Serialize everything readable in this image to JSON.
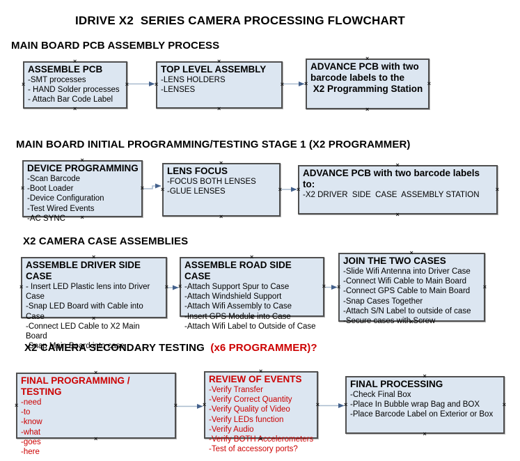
{
  "ui": {
    "handle_glyph": "×",
    "colors": {
      "box_fill": "#dce6f1",
      "box_border": "#4f4f4f",
      "red_text": "#cc0000",
      "connector_line": "#a8bace",
      "connector_arrow": "#44618c"
    }
  },
  "title": "IDRIVE X2  SERIES CAMERA PROCESSING FLOWCHART",
  "sections": [
    {
      "header": "MAIN BOARD PCB ASSEMBLY PROCESS",
      "boxes": [
        {
          "title_lines": [
            "ASSEMBLE PCB"
          ],
          "items": [
            "-SMT processes",
            "- HAND Solder processes",
            "- Attach Bar Code Label"
          ]
        },
        {
          "title_lines": [
            "TOP LEVEL ASSEMBLY"
          ],
          "items": [
            "-LENS HOLDERS",
            "-LENSES"
          ]
        },
        {
          "title_lines": [
            "ADVANCE PCB with two",
            "barcode labels to the",
            " X2 Programming Station"
          ],
          "items": []
        }
      ]
    },
    {
      "header": "MAIN BOARD INITIAL PROGRAMMING/TESTING STAGE 1 (X2 PROGRAMMER)",
      "boxes": [
        {
          "title_lines": [
            "DEVICE PROGRAMMING"
          ],
          "items": [
            "-Scan Barcode",
            "-Boot Loader",
            "-Device Configuration",
            "-Test Wired Events",
            "-AC SYNC"
          ]
        },
        {
          "title_lines": [
            "LENS FOCUS"
          ],
          "items": [
            "-FOCUS BOTH LENSES",
            "-GLUE LENSES"
          ]
        },
        {
          "title_lines": [
            "ADVANCE PCB with two barcode labels to:"
          ],
          "items": [
            "-X2 DRIVER  SIDE  CASE  ASSEMBLY STATION"
          ]
        }
      ]
    },
    {
      "header": "X2 CAMERA CASE ASSEMBLIES",
      "boxes": [
        {
          "title_lines": [
            "ASSEMBLE DRIVER SIDE CASE"
          ],
          "items": [
            "- Insert LED Plastic lens into Driver Case",
            "-Snap LED Board with Cable into Case",
            "-Connect LED Cable to X2 Main Board",
            "-Snap Main Board into case"
          ]
        },
        {
          "title_lines": [
            "ASSEMBLE ROAD SIDE CASE"
          ],
          "items": [
            "-Attach Support Spur to Case",
            "-Attach Windshield Support",
            "-Attach Wifi Assembly to Case",
            "-Insert GPS Module into Case",
            "-Attach Wifi Label to Outside of Case"
          ]
        },
        {
          "title_lines": [
            "JOIN THE TWO CASES"
          ],
          "items": [
            "-Slide Wifi Antenna into Driver Case",
            "-Connect Wifi Cable to Main Board",
            "-Connect GPS Cable to Main Board",
            "-Snap Cases Together",
            "-Attach S/N Label to outside of case",
            "-Secure cases with Screw"
          ]
        }
      ]
    },
    {
      "header": "X2 CAMERA SECONDARY TESTING  ",
      "header_suffix": "(x6 PROGRAMMER)?",
      "boxes": [
        {
          "title_lines": [
            "FINAL PROGRAMMING / TESTING"
          ],
          "text_color": "red",
          "items": [
            "-need",
            "-to",
            "-know",
            "-what",
            "-goes",
            "-here"
          ]
        },
        {
          "title_lines": [
            "REVIEW OF EVENTS"
          ],
          "text_color": "red",
          "items": [
            "-Verify Transfer",
            "-Verify Correct Quantity",
            "-Verify Quality of Video",
            "-Verify LEDs function",
            "-Verify Audio",
            "-Verify BOTH Accelerometers",
            "-Test of accessory ports?"
          ]
        },
        {
          "title_lines": [
            "FINAL PROCESSING"
          ],
          "items": [
            "-Check Final Box",
            "-Place In Bubble wrap Bag and BOX",
            "-Place Barcode Label on Exterior or Box"
          ]
        }
      ]
    }
  ]
}
